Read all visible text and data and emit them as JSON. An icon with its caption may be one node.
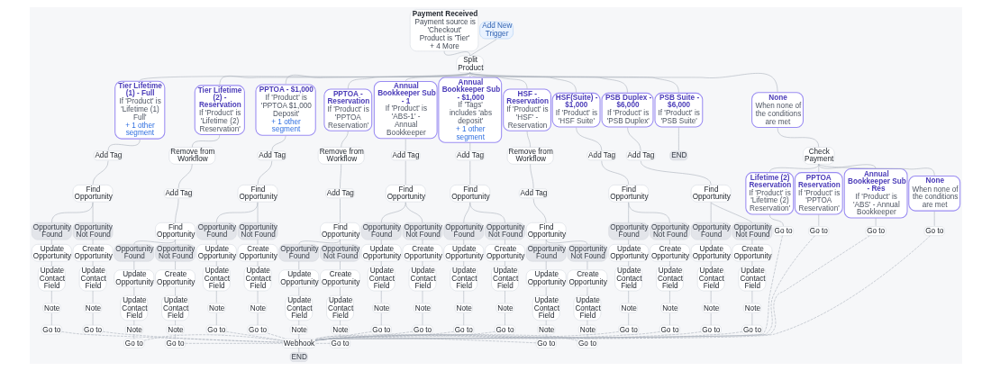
{
  "diagram": {
    "nodes": [
      {
        "text": [
          "Payment Received",
          "Payment source is 'Checkout'",
          "Product is 'Tier' + 4 More"
        ]
      },
      {
        "text": [
          "Add New Trigger"
        ]
      },
      {
        "text": [
          "Split Product"
        ]
      },
      {
        "text": [
          "Tier Lifetime (1) - Full",
          "If 'Product' is 'Lifetime (1) Full'",
          "+ 1 other segment"
        ]
      },
      {
        "text": [
          "Add Tag"
        ]
      },
      {
        "text": [
          "Find Opportunity"
        ]
      },
      {
        "text": [
          "Opportunity Found"
        ]
      },
      {
        "text": [
          "Opportunity Not Found"
        ]
      },
      {
        "text": [
          "Update Opportunity"
        ]
      },
      {
        "text": [
          "Create Opportunity"
        ]
      },
      {
        "text": [
          "Update Contact Field"
        ]
      },
      {
        "text": [
          "Update Contact Field"
        ]
      },
      {
        "text": [
          "Note"
        ]
      },
      {
        "text": [
          "Note"
        ]
      },
      {
        "text": [
          "Go to"
        ]
      },
      {
        "text": [
          "Go to"
        ]
      },
      {
        "text": [
          "Tier Lifetime (2) - Reservation",
          "If 'Product' is 'Lifetime (2) Reservation'"
        ]
      },
      {
        "text": [
          "Remove from Workflow"
        ]
      },
      {
        "text": [
          "Add Tag"
        ]
      },
      {
        "text": [
          "Find Opportunity"
        ]
      },
      {
        "text": [
          "Opportunity Found"
        ]
      },
      {
        "text": [
          "Opportunity Not Found"
        ]
      },
      {
        "text": [
          "Update Opportunity"
        ]
      },
      {
        "text": [
          "Create Opportunity"
        ]
      },
      {
        "text": [
          "Update Contact Field"
        ]
      },
      {
        "text": [
          "Update Contact Field"
        ]
      },
      {
        "text": [
          "Note"
        ]
      },
      {
        "text": [
          "Note"
        ]
      },
      {
        "text": [
          "Go to"
        ]
      },
      {
        "text": [
          "Go to"
        ]
      },
      {
        "text": [
          "PPTOA - $1,000",
          "If 'Product' is 'PPTOA $1,000 Deposit'",
          "+ 1 other segment"
        ]
      },
      {
        "text": [
          "Add Tag"
        ]
      },
      {
        "text": [
          "Find Opportunity"
        ]
      },
      {
        "text": [
          "Opportunity Found"
        ]
      },
      {
        "text": [
          "Opportunity Not Found"
        ]
      },
      {
        "text": [
          "Update Opportunity"
        ]
      },
      {
        "text": [
          "Create Opportunity"
        ]
      },
      {
        "text": [
          "Update Contact Field"
        ]
      },
      {
        "text": [
          "Update Contact Field"
        ]
      },
      {
        "text": [
          "Note"
        ]
      },
      {
        "text": [
          "Note"
        ]
      },
      {
        "text": [
          "Go to"
        ]
      },
      {
        "text": [
          "Go to"
        ]
      },
      {
        "text": [
          "PPTOA - Reservation",
          "If 'Product' is 'PPTOA Reservation'"
        ]
      },
      {
        "text": [
          "Remove from Workflow"
        ]
      },
      {
        "text": [
          "Add Tag"
        ]
      },
      {
        "text": [
          "Find Opportunity"
        ]
      },
      {
        "text": [
          "Opportunity Found"
        ]
      },
      {
        "text": [
          "Opportunity Not Found"
        ]
      },
      {
        "text": [
          "Update Opportunity"
        ]
      },
      {
        "text": [
          "Create Opportunity"
        ]
      },
      {
        "text": [
          "Update Contact Field"
        ]
      },
      {
        "text": [
          "Update Contact Field"
        ]
      },
      {
        "text": [
          "Note"
        ]
      },
      {
        "text": [
          "Note"
        ]
      },
      {
        "text": [
          "Webhook"
        ]
      },
      {
        "text": [
          "Go to"
        ]
      },
      {
        "text": [
          "END"
        ]
      },
      {
        "text": [
          "Annual Bookkeeper Sub - 1",
          "If 'Product' is 'ABS-1' - Annual Bookkeeper"
        ]
      },
      {
        "text": [
          "Add Tag"
        ]
      },
      {
        "text": [
          "Find Opportunity"
        ]
      },
      {
        "text": [
          "Opportunity Found"
        ]
      },
      {
        "text": [
          "Opportunity Not Found"
        ]
      },
      {
        "text": [
          "Update Opportunity"
        ]
      },
      {
        "text": [
          "Create Opportunity"
        ]
      },
      {
        "text": [
          "Update Contact Field"
        ]
      },
      {
        "text": [
          "Update Contact Field"
        ]
      },
      {
        "text": [
          "Note"
        ]
      },
      {
        "text": [
          "Note"
        ]
      },
      {
        "text": [
          "Go to"
        ]
      },
      {
        "text": [
          "Go to"
        ]
      },
      {
        "text": [
          "Annual Bookkeeper Sub - $1,000",
          "If 'Tags' includes 'abs deposit'",
          "+ 1 other segment"
        ]
      },
      {
        "text": [
          "Add Tag"
        ]
      },
      {
        "text": [
          "Find Opportunity"
        ]
      },
      {
        "text": [
          "Opportunity Found"
        ]
      },
      {
        "text": [
          "Opportunity Not Found"
        ]
      },
      {
        "text": [
          "Update Opportunity"
        ]
      },
      {
        "text": [
          "Create Opportunity"
        ]
      },
      {
        "text": [
          "Update Contact Field"
        ]
      },
      {
        "text": [
          "Update Contact Field"
        ]
      },
      {
        "text": [
          "Note"
        ]
      },
      {
        "text": [
          "Note"
        ]
      },
      {
        "text": [
          "Go to"
        ]
      },
      {
        "text": [
          "Go to"
        ]
      },
      {
        "text": [
          "HSF - Reservation",
          "If 'Product' is 'HSF' - Reservation"
        ]
      },
      {
        "text": [
          "Remove from Workflow"
        ]
      },
      {
        "text": [
          "Add Tag"
        ]
      },
      {
        "text": [
          "Find Opportunity"
        ]
      },
      {
        "text": [
          "Opportunity Found"
        ]
      },
      {
        "text": [
          "Opportunity Not Found"
        ]
      },
      {
        "text": [
          "Update Opportunity"
        ]
      },
      {
        "text": [
          "Create Opportunity"
        ]
      },
      {
        "text": [
          "Update Contact Field"
        ]
      },
      {
        "text": [
          "Update Contact Field"
        ]
      },
      {
        "text": [
          "Note"
        ]
      },
      {
        "text": [
          "Note"
        ]
      },
      {
        "text": [
          "Go to"
        ]
      },
      {
        "text": [
          "Go to"
        ]
      },
      {
        "text": [
          "HSF(Suite) - $1,000",
          "If 'Product' is 'HSF Suite'"
        ]
      },
      {
        "text": [
          "Add Tag"
        ]
      },
      {
        "text": [
          "Find Opportunity"
        ]
      },
      {
        "text": [
          "Opportunity Found"
        ]
      },
      {
        "text": [
          "Opportunity Not Found"
        ]
      },
      {
        "text": [
          "Update Opportunity"
        ]
      },
      {
        "text": [
          "Create Opportunity"
        ]
      },
      {
        "text": [
          "Update Contact Field"
        ]
      },
      {
        "text": [
          "Update Contact Field"
        ]
      },
      {
        "text": [
          "Note"
        ]
      },
      {
        "text": [
          "Note"
        ]
      },
      {
        "text": [
          "Go to"
        ]
      },
      {
        "text": [
          "Go to"
        ]
      },
      {
        "text": [
          "PSB Duplex - $6,000",
          "If 'Product' is 'PSB Duplex'"
        ]
      },
      {
        "text": [
          "Add Tag"
        ]
      },
      {
        "text": [
          "Find Opportunity"
        ]
      },
      {
        "text": [
          "Opportunity Found"
        ]
      },
      {
        "text": [
          "Opportunity Not Found"
        ]
      },
      {
        "text": [
          "Update Opportunity"
        ]
      },
      {
        "text": [
          "Create Opportunity"
        ]
      },
      {
        "text": [
          "Update Contact Field"
        ]
      },
      {
        "text": [
          "Update Contact Field"
        ]
      },
      {
        "text": [
          "Note"
        ]
      },
      {
        "text": [
          "Note"
        ]
      },
      {
        "text": [
          "Go to"
        ]
      },
      {
        "text": [
          "Go to"
        ]
      },
      {
        "text": [
          "PSB Suite - $6,000",
          "If 'Product' is 'PSB Suite'"
        ]
      },
      {
        "text": [
          "END"
        ]
      },
      {
        "text": [
          "None",
          "When none of the conditions are met"
        ]
      },
      {
        "text": [
          "Check Payment"
        ]
      },
      {
        "text": [
          "Lifetime (2) Reservation",
          "If 'Product' is 'Lifetime (2) Reservation'"
        ]
      },
      {
        "text": [
          "PPTOA Reservation",
          "If 'Product' is 'PPTOA Reservation'"
        ]
      },
      {
        "text": [
          "Annual Bookkeeper Sub - Res",
          "If 'Product' is 'ABS' - Annual Bookkeeper"
        ]
      },
      {
        "text": [
          "None",
          "When none of the conditions are met"
        ]
      },
      {
        "text": [
          "Go to"
        ]
      },
      {
        "text": [
          "Go to"
        ]
      },
      {
        "text": [
          "Go to"
        ]
      },
      {
        "text": [
          "Go to"
        ]
      }
    ],
    "edges": [
      {
        "from": 0,
        "to": 2,
        "arrow": "none"
      },
      {
        "from": 1,
        "to": 2,
        "arrow": "none"
      },
      {
        "from": 2,
        "to": 3,
        "arrow": "none"
      },
      {
        "from": 2,
        "to": 16,
        "arrow": "none"
      },
      {
        "from": 2,
        "to": 30,
        "arrow": "none"
      },
      {
        "from": 2,
        "to": 43,
        "arrow": "none"
      },
      {
        "from": 2,
        "to": 58,
        "arrow": "none"
      },
      {
        "from": 2,
        "to": 71,
        "arrow": "none"
      },
      {
        "from": 2,
        "to": 84,
        "arrow": "none"
      },
      {
        "from": 2,
        "to": 98,
        "arrow": "none"
      },
      {
        "from": 2,
        "to": 111,
        "arrow": "none"
      },
      {
        "from": 2,
        "to": 124,
        "arrow": "none"
      },
      {
        "from": 2,
        "to": 126,
        "arrow": "none"
      },
      {
        "from": 3,
        "to": 4,
        "arrow": "none"
      },
      {
        "from": 4,
        "to": 5,
        "arrow": "none"
      },
      {
        "from": 5,
        "to": 6,
        "arrow": "none"
      },
      {
        "from": 5,
        "to": 7,
        "arrow": "none"
      },
      {
        "from": 6,
        "to": 8,
        "arrow": "none"
      },
      {
        "from": 7,
        "to": 9,
        "arrow": "none"
      },
      {
        "from": 8,
        "to": 10,
        "arrow": "none"
      },
      {
        "from": 9,
        "to": 11,
        "arrow": "none"
      },
      {
        "from": 10,
        "to": 12,
        "arrow": "none"
      },
      {
        "from": 11,
        "to": 13,
        "arrow": "none"
      },
      {
        "from": 12,
        "to": 14,
        "arrow": "none"
      },
      {
        "from": 13,
        "to": 15,
        "arrow": "none"
      },
      {
        "from": 16,
        "to": 17,
        "arrow": "none"
      },
      {
        "from": 17,
        "to": 18,
        "arrow": "none"
      },
      {
        "from": 18,
        "to": 19,
        "arrow": "none"
      },
      {
        "from": 19,
        "to": 20,
        "arrow": "none"
      },
      {
        "from": 19,
        "to": 21,
        "arrow": "none"
      },
      {
        "from": 20,
        "to": 22,
        "arrow": "none"
      },
      {
        "from": 21,
        "to": 23,
        "arrow": "none"
      },
      {
        "from": 22,
        "to": 24,
        "arrow": "none"
      },
      {
        "from": 23,
        "to": 25,
        "arrow": "none"
      },
      {
        "from": 24,
        "to": 26,
        "arrow": "none"
      },
      {
        "from": 25,
        "to": 27,
        "arrow": "none"
      },
      {
        "from": 26,
        "to": 28,
        "arrow": "none"
      },
      {
        "from": 27,
        "to": 29,
        "arrow": "none"
      },
      {
        "from": 30,
        "to": 31,
        "arrow": "none"
      },
      {
        "from": 31,
        "to": 32,
        "arrow": "none"
      },
      {
        "from": 32,
        "to": 33,
        "arrow": "none"
      },
      {
        "from": 32,
        "to": 34,
        "arrow": "none"
      },
      {
        "from": 33,
        "to": 35,
        "arrow": "none"
      },
      {
        "from": 34,
        "to": 36,
        "arrow": "none"
      },
      {
        "from": 35,
        "to": 37,
        "arrow": "none"
      },
      {
        "from": 36,
        "to": 38,
        "arrow": "none"
      },
      {
        "from": 37,
        "to": 39,
        "arrow": "none"
      },
      {
        "from": 38,
        "to": 40,
        "arrow": "none"
      },
      {
        "from": 39,
        "to": 41,
        "arrow": "none"
      },
      {
        "from": 40,
        "to": 42,
        "arrow": "none"
      },
      {
        "from": 43,
        "to": 44,
        "arrow": "none"
      },
      {
        "from": 44,
        "to": 45,
        "arrow": "none"
      },
      {
        "from": 45,
        "to": 46,
        "arrow": "none"
      },
      {
        "from": 46,
        "to": 47,
        "arrow": "none"
      },
      {
        "from": 46,
        "to": 48,
        "arrow": "none"
      },
      {
        "from": 47,
        "to": 49,
        "arrow": "none"
      },
      {
        "from": 48,
        "to": 50,
        "arrow": "none"
      },
      {
        "from": 49,
        "to": 51,
        "arrow": "none"
      },
      {
        "from": 50,
        "to": 52,
        "arrow": "none"
      },
      {
        "from": 51,
        "to": 53,
        "arrow": "none"
      },
      {
        "from": 52,
        "to": 54,
        "arrow": "none"
      },
      {
        "from": 53,
        "to": 55,
        "arrow": "none"
      },
      {
        "from": 54,
        "to": 56,
        "arrow": "none"
      },
      {
        "from": 55,
        "to": 57,
        "arrow": "none"
      },
      {
        "from": 58,
        "to": 59,
        "arrow": "none"
      },
      {
        "from": 59,
        "to": 60,
        "arrow": "none"
      },
      {
        "from": 60,
        "to": 61,
        "arrow": "none"
      },
      {
        "from": 60,
        "to": 62,
        "arrow": "none"
      },
      {
        "from": 61,
        "to": 63,
        "arrow": "none"
      },
      {
        "from": 62,
        "to": 64,
        "arrow": "none"
      },
      {
        "from": 63,
        "to": 65,
        "arrow": "none"
      },
      {
        "from": 64,
        "to": 66,
        "arrow": "none"
      },
      {
        "from": 65,
        "to": 67,
        "arrow": "none"
      },
      {
        "from": 66,
        "to": 68,
        "arrow": "none"
      },
      {
        "from": 67,
        "to": 69,
        "arrow": "none"
      },
      {
        "from": 68,
        "to": 70,
        "arrow": "none"
      },
      {
        "from": 71,
        "to": 72,
        "arrow": "none"
      },
      {
        "from": 72,
        "to": 73,
        "arrow": "none"
      },
      {
        "from": 73,
        "to": 74,
        "arrow": "none"
      },
      {
        "from": 73,
        "to": 75,
        "arrow": "none"
      },
      {
        "from": 74,
        "to": 76,
        "arrow": "none"
      },
      {
        "from": 75,
        "to": 77,
        "arrow": "none"
      },
      {
        "from": 76,
        "to": 78,
        "arrow": "none"
      },
      {
        "from": 77,
        "to": 79,
        "arrow": "none"
      },
      {
        "from": 78,
        "to": 80,
        "arrow": "none"
      },
      {
        "from": 79,
        "to": 81,
        "arrow": "none"
      },
      {
        "from": 80,
        "to": 82,
        "arrow": "none"
      },
      {
        "from": 81,
        "to": 83,
        "arrow": "none"
      },
      {
        "from": 84,
        "to": 85,
        "arrow": "none"
      },
      {
        "from": 85,
        "to": 86,
        "arrow": "none"
      },
      {
        "from": 86,
        "to": 87,
        "arrow": "none"
      },
      {
        "from": 87,
        "to": 88,
        "arrow": "none"
      },
      {
        "from": 87,
        "to": 89,
        "arrow": "none"
      },
      {
        "from": 88,
        "to": 90,
        "arrow": "none"
      },
      {
        "from": 89,
        "to": 91,
        "arrow": "none"
      },
      {
        "from": 90,
        "to": 92,
        "arrow": "none"
      },
      {
        "from": 91,
        "to": 93,
        "arrow": "none"
      },
      {
        "from": 92,
        "to": 94,
        "arrow": "none"
      },
      {
        "from": 93,
        "to": 95,
        "arrow": "none"
      },
      {
        "from": 94,
        "to": 96,
        "arrow": "none"
      },
      {
        "from": 95,
        "to": 97,
        "arrow": "none"
      },
      {
        "from": 98,
        "to": 99,
        "arrow": "none"
      },
      {
        "from": 99,
        "to": 100,
        "arrow": "none"
      },
      {
        "from": 100,
        "to": 101,
        "arrow": "none"
      },
      {
        "from": 100,
        "to": 102,
        "arrow": "none"
      },
      {
        "from": 101,
        "to": 103,
        "arrow": "none"
      },
      {
        "from": 102,
        "to": 104,
        "arrow": "none"
      },
      {
        "from": 103,
        "to": 105,
        "arrow": "none"
      },
      {
        "from": 104,
        "to": 106,
        "arrow": "none"
      },
      {
        "from": 105,
        "to": 107,
        "arrow": "none"
      },
      {
        "from": 106,
        "to": 108,
        "arrow": "none"
      },
      {
        "from": 107,
        "to": 109,
        "arrow": "none"
      },
      {
        "from": 108,
        "to": 110,
        "arrow": "none"
      },
      {
        "from": 111,
        "to": 112,
        "arrow": "none"
      },
      {
        "from": 112,
        "to": 113,
        "arrow": "none"
      },
      {
        "from": 113,
        "to": 114,
        "arrow": "none"
      },
      {
        "from": 113,
        "to": 115,
        "arrow": "none"
      },
      {
        "from": 114,
        "to": 116,
        "arrow": "none"
      },
      {
        "from": 115,
        "to": 117,
        "arrow": "none"
      },
      {
        "from": 116,
        "to": 118,
        "arrow": "none"
      },
      {
        "from": 117,
        "to": 119,
        "arrow": "none"
      },
      {
        "from": 118,
        "to": 120,
        "arrow": "none"
      },
      {
        "from": 119,
        "to": 121,
        "arrow": "none"
      },
      {
        "from": 120,
        "to": 122,
        "arrow": "none"
      },
      {
        "from": 121,
        "to": 123,
        "arrow": "none"
      },
      {
        "from": 124,
        "to": 125,
        "arrow": "none"
      },
      {
        "from": 126,
        "to": 127,
        "arrow": "none"
      },
      {
        "from": 127,
        "to": 128,
        "arrow": "none"
      },
      {
        "from": 127,
        "to": 129,
        "arrow": "none"
      },
      {
        "from": 127,
        "to": 130,
        "arrow": "none"
      },
      {
        "from": 127,
        "to": 131,
        "arrow": "none"
      },
      {
        "from": 128,
        "to": 132,
        "arrow": "none"
      },
      {
        "from": 129,
        "to": 133,
        "arrow": "none"
      },
      {
        "from": 130,
        "to": 134,
        "arrow": "none"
      },
      {
        "from": 131,
        "to": 135,
        "arrow": "none"
      },
      {
        "from": 14,
        "to": 55,
        "arrow": "none",
        "style": "dashed"
      },
      {
        "from": 15,
        "to": 55,
        "arrow": "none",
        "style": "dashed"
      },
      {
        "from": 28,
        "to": 55,
        "arrow": "none",
        "style": "dashed"
      },
      {
        "from": 29,
        "to": 55,
        "arrow": "none",
        "style": "dashed"
      },
      {
        "from": 41,
        "to": 55,
        "arrow": "none",
        "style": "dashed"
      },
      {
        "from": 42,
        "to": 55,
        "arrow": "none",
        "style": "dashed"
      },
      {
        "from": 56,
        "to": 55,
        "arrow": "none",
        "style": "dashed"
      },
      {
        "from": 69,
        "to": 55,
        "arrow": "none",
        "style": "dashed"
      },
      {
        "from": 70,
        "to": 55,
        "arrow": "none",
        "style": "dashed"
      },
      {
        "from": 82,
        "to": 55,
        "arrow": "none",
        "style": "dashed"
      },
      {
        "from": 83,
        "to": 55,
        "arrow": "none",
        "style": "dashed"
      },
      {
        "from": 96,
        "to": 55,
        "arrow": "none",
        "style": "dashed"
      },
      {
        "from": 97,
        "to": 55,
        "arrow": "none",
        "style": "dashed"
      },
      {
        "from": 109,
        "to": 55,
        "arrow": "none",
        "style": "dashed"
      },
      {
        "from": 110,
        "to": 55,
        "arrow": "none",
        "style": "dashed"
      },
      {
        "from": 122,
        "to": 55,
        "arrow": "none",
        "style": "dashed"
      },
      {
        "from": 123,
        "to": 55,
        "arrow": "none",
        "style": "dashed"
      },
      {
        "from": 132,
        "to": 55,
        "arrow": "none",
        "style": "dashed"
      },
      {
        "from": 133,
        "to": 55,
        "arrow": "none",
        "style": "dashed"
      },
      {
        "from": 134,
        "to": 55,
        "arrow": "none",
        "style": "dashed"
      },
      {
        "from": 135,
        "to": 55,
        "arrow": "none",
        "style": "dashed"
      }
    ]
  }
}
